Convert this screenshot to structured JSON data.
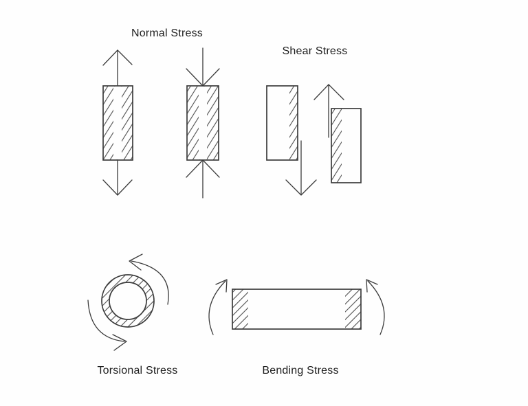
{
  "page": {
    "background": "#fefefe"
  },
  "diagram": {
    "line_color": "#3b3b3b",
    "hatch_color": "#4f4f4f",
    "text_color": "#1e1e1e",
    "sections": [
      {
        "id": "normal-stress",
        "label": "Normal Stress",
        "figures": "tension-bar, compression-bar"
      },
      {
        "id": "shear-stress",
        "label": "Shear Stress",
        "figures": "offset-plates with opposing arrows"
      },
      {
        "id": "torsional-stress",
        "label": "Torsional Stress",
        "figures": "hatched-ring with rotation arrows"
      },
      {
        "id": "bending-stress",
        "label": "Bending Stress",
        "figures": "beam with end moments"
      }
    ]
  }
}
